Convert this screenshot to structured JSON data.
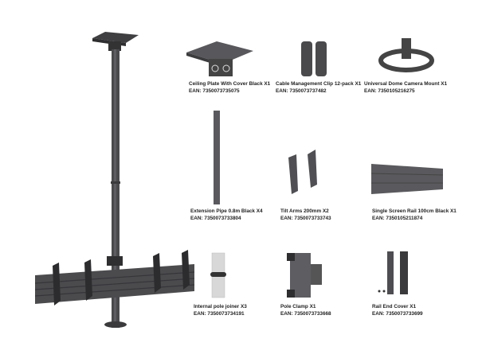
{
  "assembly": {
    "name": "ceiling-mounted-dual-screen-video-wall-mount"
  },
  "items": [
    {
      "title": "Ceiling Plate With Cover Black X1",
      "ean": "EAN: 7350073735075"
    },
    {
      "title": "Cable Management Clip 12-pack X1",
      "ean": "EAN: 7350073737482"
    },
    {
      "title": "Universal Dome Camera Mount X1",
      "ean": "EAN: 7350105216275"
    },
    {
      "title": "Extension Pipe 0.8m Black X4",
      "ean": "EAN: 7350073733804"
    },
    {
      "title": "Tilt Arms 200mm X2",
      "ean": "EAN: 7350073733743"
    },
    {
      "title": "Single Screen Rail 100cm Black X1",
      "ean": "EAN: 7350105211874"
    },
    {
      "title": "Internal pole joiner X3",
      "ean": "EAN: 7350073734191"
    },
    {
      "title": "Pole Clamp X1",
      "ean": "EAN: 7350073733668"
    },
    {
      "title": "Rail End Cover X1",
      "ean": "EAN: 7350073733699"
    }
  ],
  "colors": {
    "metal_dark": "#3a3a3c",
    "metal_mid": "#56565a",
    "metal_light": "#6e6e72",
    "silver": "#d8d8d8"
  }
}
